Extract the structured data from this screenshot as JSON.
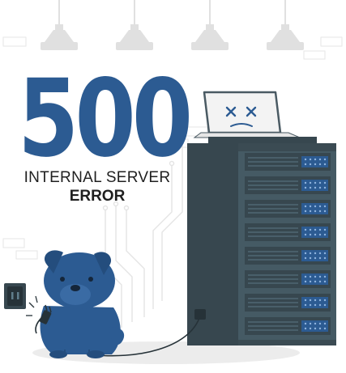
{
  "error": {
    "code": "500",
    "title_line1": "INTERNAL SERVER",
    "title_line2": "ERROR"
  },
  "colors": {
    "brand_blue": "#2c5b92",
    "server_dark": "#37474f",
    "server_mid": "#455a64",
    "lamp_gray": "#e0e0e0",
    "text_dark": "#1f1f1f"
  },
  "icons": [
    "ceiling-lamp-icon",
    "dead-laptop-icon",
    "server-rack-icon",
    "dog-icon",
    "power-outlet-icon",
    "unplugged-plug-icon"
  ]
}
